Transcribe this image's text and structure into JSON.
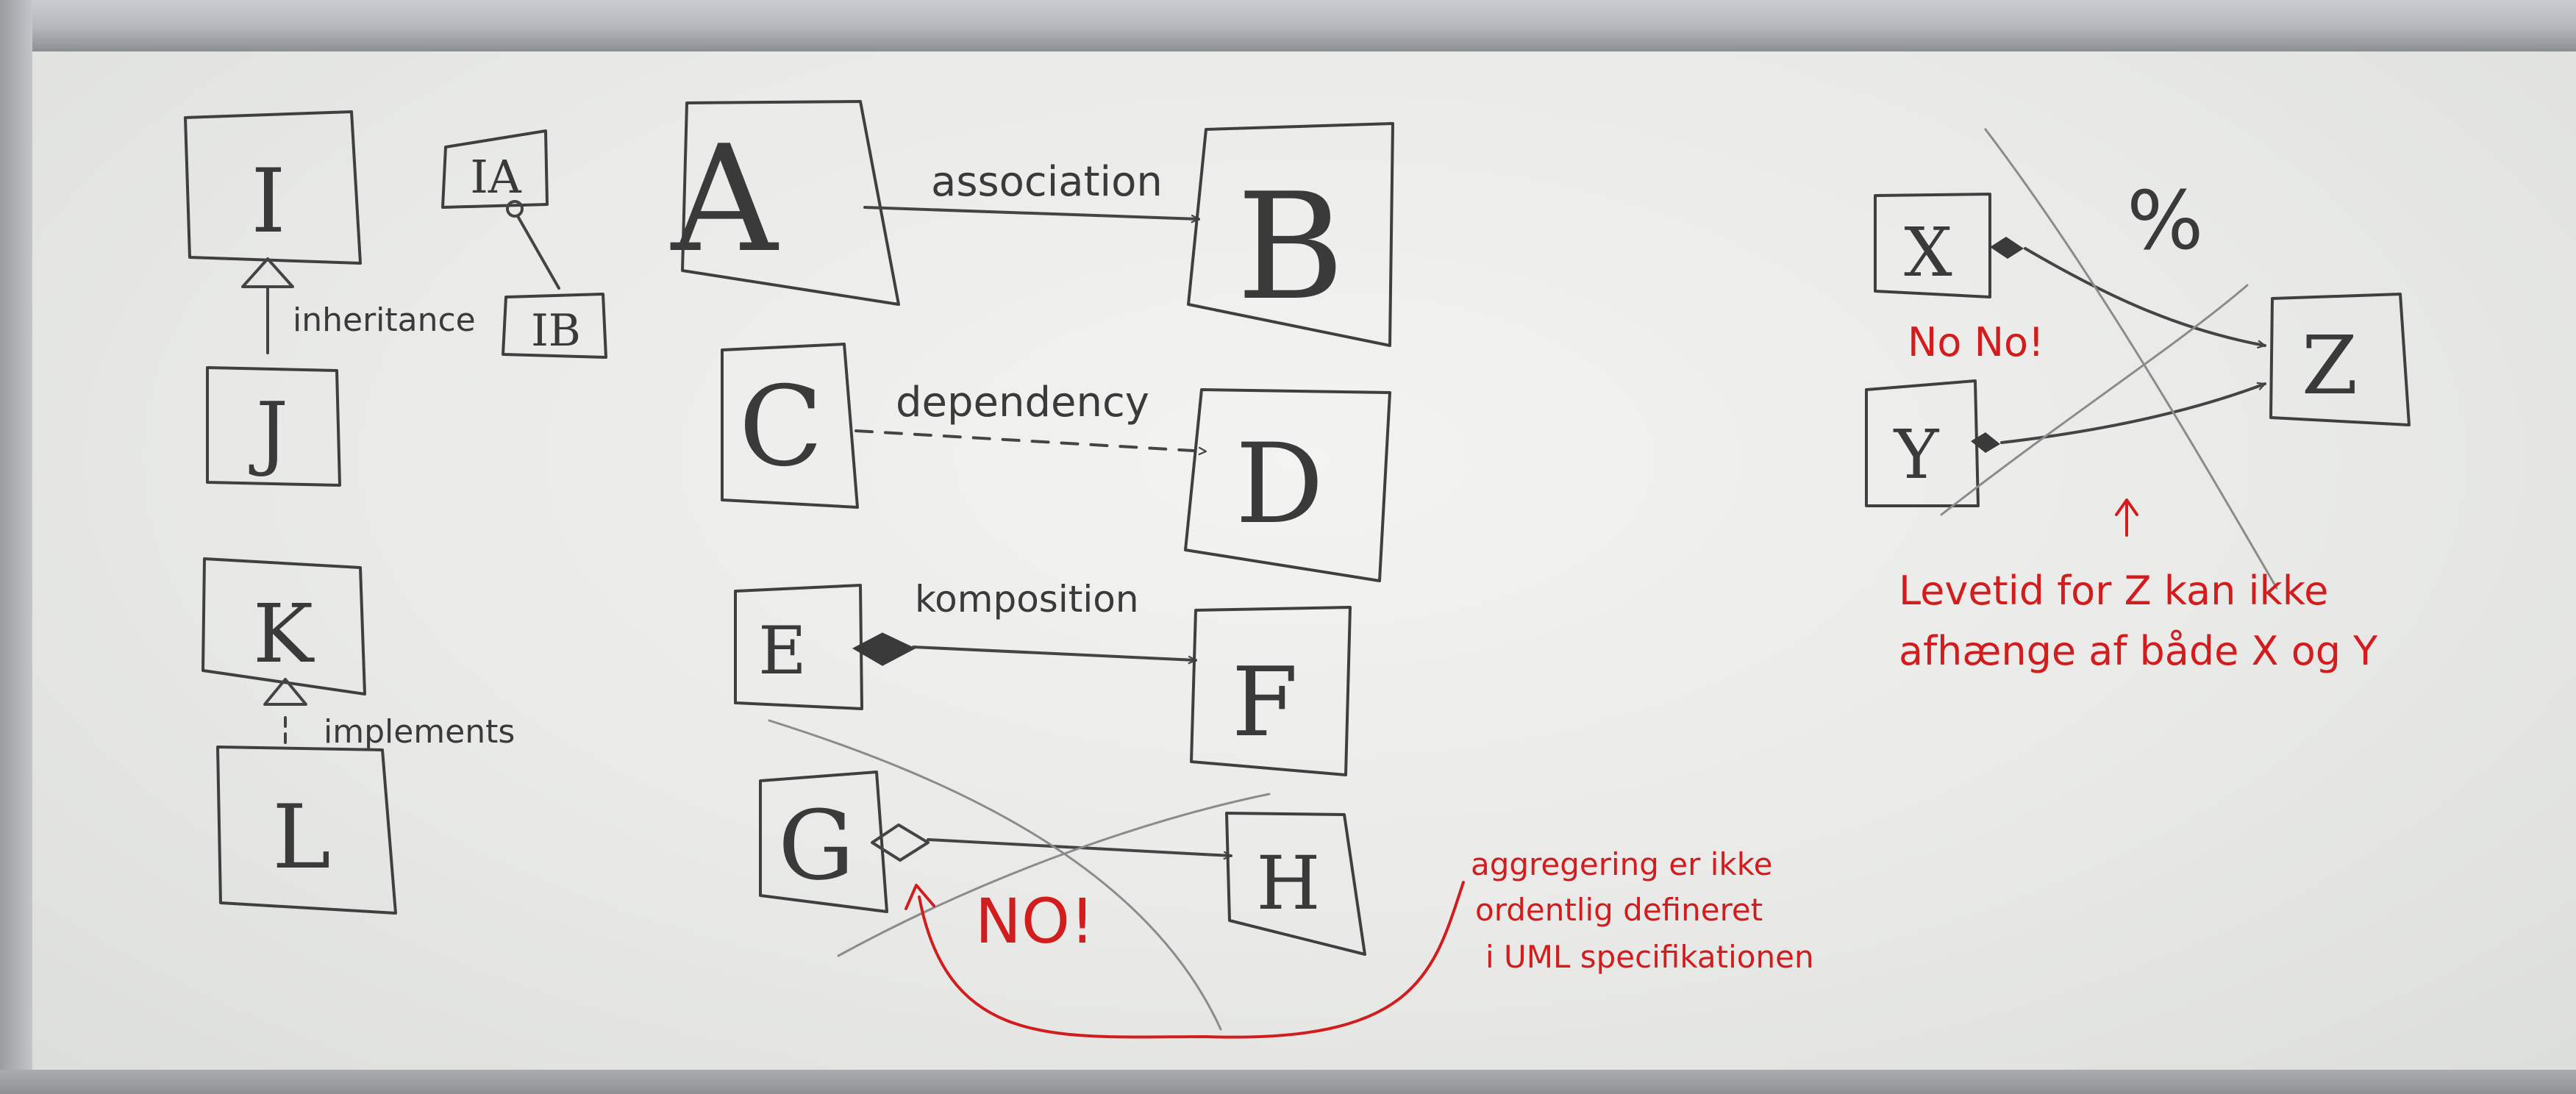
{
  "labels": {
    "box_i": "I",
    "box_ia": "IA",
    "box_ib": "IB",
    "box_j": "J",
    "box_k": "K",
    "box_l": "L",
    "box_a": "A",
    "box_b": "B",
    "box_c": "C",
    "box_d": "D",
    "box_e": "E",
    "box_f": "F",
    "box_g": "G",
    "box_h": "H",
    "box_x": "X",
    "box_y": "Y",
    "box_z": "Z"
  },
  "relations": {
    "inheritance": "inheritance",
    "implements": "implements",
    "association": "association",
    "dependency": "dependency",
    "composition": "komposition"
  },
  "notes": {
    "no_under_gh": "NO!",
    "aggregation_line1": "aggregering er ikke",
    "aggregation_line2": "ordentlig defineret",
    "aggregation_line3": "i UML specifikationen",
    "no_no": "No No!",
    "percent": "%",
    "lifetime_line1": "Levetid for Z kan ikke",
    "lifetime_line2": "afhænge af både X og Y"
  },
  "colors": {
    "marker_black": "#3f3f3f",
    "marker_red": "#d11d1d",
    "board": "#eeeeec"
  }
}
